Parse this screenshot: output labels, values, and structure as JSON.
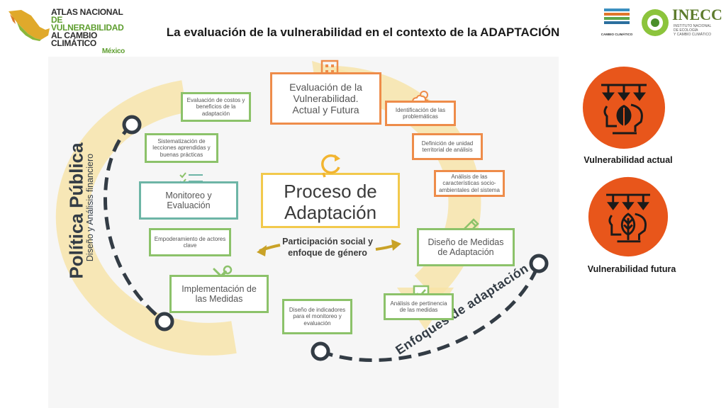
{
  "header": {
    "title": "La evaluación de la vulnerabilidad en el contexto de la ADAPTACIÓN",
    "atlas_logo": {
      "line1": "ATLAS NACIONAL",
      "line2": "DE VULNERABILIDAD",
      "line3": "AL CAMBIO CLIMÁTICO",
      "line4": "México"
    },
    "gov_logo_text": "CAMBIO CLIMÁTICO",
    "inecc_logo": {
      "name": "INECC",
      "subtitle_1": "INSTITUTO NACIONAL",
      "subtitle_2": "DE ECOLOGÍA",
      "subtitle_3": "Y CAMBIO CLIMÁTICO"
    }
  },
  "diagram": {
    "center_title_1": "Proceso de",
    "center_title_2": "Adaptación",
    "participation_1": "Participación social y",
    "participation_2": "enfoque de género",
    "politica_title": "Política Pública",
    "politica_sub": "Diseño y Análisis financiero",
    "enfoques": "Enfoques de adaptación",
    "boxes": {
      "evaluacion_1": "Evaluación de la",
      "evaluacion_2": "Vulnerabilidad.",
      "evaluacion_3": "Actual y Futura",
      "identificacion": "Identificación de las problemáticas",
      "definicion": "Definición de unidad territorial de análisis",
      "analisis_caract": "Análisis de las características socio-ambientales del sistema",
      "diseno_medidas_1": "Diseño de Medidas",
      "diseno_medidas_2": "de Adaptación",
      "analisis_pertinencia": "Análisis de pertinencia de las medidas",
      "diseno_indicadores": "Diseño de indicadores para el monitoreo y evaluación",
      "implementacion_1": "Implementación de",
      "implementacion_2": "las Medidas",
      "empoderamiento": "Empoderamiento de actores clave",
      "monitoreo_1": "Monitoreo y",
      "monitoreo_2": "Evaluación",
      "sistematizacion": "Sistematización de lecciones aprendidas y buenas prácticas",
      "evaluacion_costos": "Evaluación de costos y beneficios de la adaptación"
    }
  },
  "right_panel": {
    "actual_label": "Vulnerabilidad actual",
    "futura_label": "Vulnerabilidad futura",
    "circle_color": "#e8561b"
  },
  "colors": {
    "orange": "#ee8c4a",
    "green": "#8cc26a",
    "teal": "#6db5a6",
    "yellow": "#f2c94c",
    "dark": "#333c45"
  }
}
